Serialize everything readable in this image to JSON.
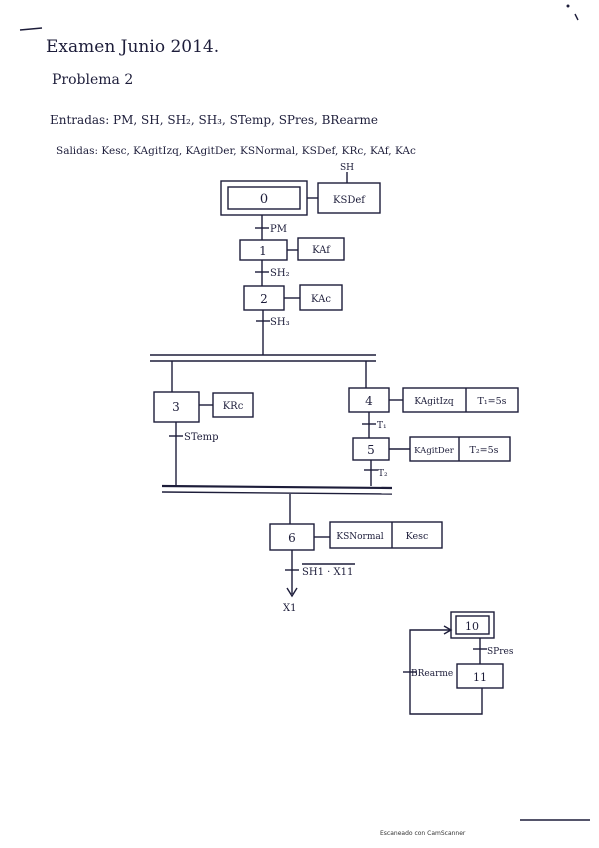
{
  "header": {
    "title": "Examen Junio 2014.",
    "problem": "Problema 2",
    "inputs_line": "Entradas: PM, SH, SH₂, SH₃, STemp, SPres, BRearme",
    "outputs_line": "Salidas: Kesc, KAgitIzq, KAgitDer, KSNormal, KSDef, KRc, KAf, KAc"
  },
  "steps": {
    "s0": "0",
    "s1": "1",
    "s2": "2",
    "s3": "3",
    "s4": "4",
    "s5": "5",
    "s6": "6",
    "s10": "10",
    "s11": "11"
  },
  "actions": {
    "a0": "KSDef",
    "a1": "KAf",
    "a2": "KAc",
    "a3": "KRc",
    "a4_1": "KAgitIzq",
    "a4_2": "T₁=5s",
    "a5_1": "KAgitDer",
    "a5_2": "T₂=5s",
    "a6_1": "KSNormal",
    "a6_2": "Kesc"
  },
  "transitions": {
    "t_top": "SH",
    "t01": "PM",
    "t12": "SH₂",
    "t2": "SH₃",
    "t3": "STemp",
    "t4": "T₁",
    "t5": "T₂",
    "t6": "SH1 · X11",
    "t6_out": "X1",
    "t10": "SPres",
    "t11": "BRearme"
  },
  "footer": {
    "scanner": "Escaneado con CamScanner"
  }
}
